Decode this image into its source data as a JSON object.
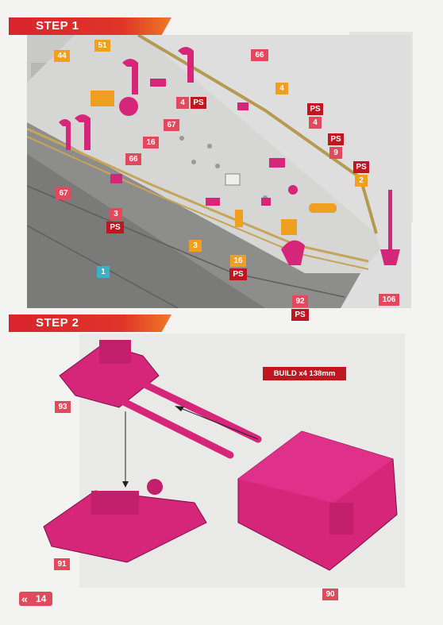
{
  "steps": {
    "step1_title": "STEP 1",
    "step2_title": "STEP 2"
  },
  "build_note": "BUILD x4 138mm",
  "page_number": "14",
  "page_nav_icon": "double-chevron-left-icon",
  "step1_labels": {
    "l66a": "66",
    "l51": "51",
    "l44": "44",
    "l4a": "4",
    "ps4a": "PS",
    "l67a": "67",
    "l16a": "16",
    "l66b": "66",
    "l4orange": "4",
    "ps4b": "PS",
    "l4b": "4",
    "ps9": "PS",
    "l9": "9",
    "ps2": "PS",
    "l2": "2",
    "l67b": "67",
    "l3": "3",
    "ps3": "PS",
    "l3orange": "3",
    "l16orange": "16",
    "ps16": "PS",
    "l1": "1",
    "l92": "92",
    "ps92": "PS",
    "l106": "106"
  },
  "step2_labels": {
    "l93": "93",
    "l91": "91",
    "l90": "90"
  },
  "colors": {
    "accent_red": "#c0161f",
    "label_pink": "#e04a5c",
    "label_orange": "#f0a021",
    "part_magenta": "#d6267a",
    "deck_grey": "#d2d2d0",
    "hull_grey": "#8e8e8c"
  }
}
